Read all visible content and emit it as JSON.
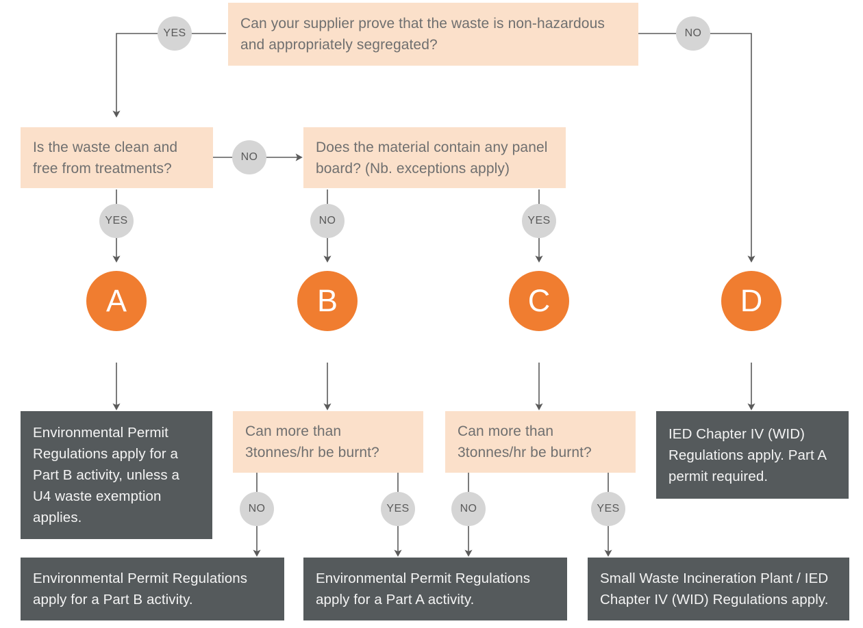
{
  "diagram": {
    "title_question": "Can your supplier prove that the waste is non-hazardous and appropriately segregated?",
    "colors": {
      "question_fill": "#FBE0CA",
      "result_fill": "#555A5C",
      "outcome_circle": "#F07D30",
      "branch_circle": "#D5D5D5",
      "line": "#5A5A5A"
    },
    "questions": [
      {
        "id": "q-root",
        "text": "Can your supplier prove that the waste is non-hazardous and appropriately segregated?"
      },
      {
        "id": "q-clean",
        "text": "Is the waste clean and free from treatments?"
      },
      {
        "id": "q-panel-board",
        "text": "Does the material contain any panel board? (Nb. exceptions apply)"
      },
      {
        "id": "q-burn-b",
        "text": "Can more than 3tonnes/hr be burnt?"
      },
      {
        "id": "q-burn-c",
        "text": "Can more than 3tonnes/hr be burnt?"
      }
    ],
    "branch_labels": {
      "root_yes": "YES",
      "root_no": "NO",
      "clean_no": "NO",
      "clean_yes": "YES",
      "panel_no": "NO",
      "panel_yes": "YES",
      "burn_b_no": "NO",
      "burn_b_yes": "YES",
      "burn_c_no": "NO",
      "burn_c_yes": "YES"
    },
    "outcomes": [
      {
        "id": "outcome-a",
        "letter": "A"
      },
      {
        "id": "outcome-b",
        "letter": "B"
      },
      {
        "id": "outcome-c",
        "letter": "C"
      },
      {
        "id": "outcome-d",
        "letter": "D"
      }
    ],
    "results": [
      {
        "id": "result-a",
        "text": "Environmental Permit Regulations apply for a Part B activity, unless a U4 waste exemption applies."
      },
      {
        "id": "result-d",
        "text": "IED Chapter IV (WID) Regulations apply. Part A permit required."
      },
      {
        "id": "result-b-no",
        "text": "Environmental Permit Regulations apply for a Part B activity."
      },
      {
        "id": "result-b-yes",
        "text": "Environmental Permit Regulations apply for a Part A activity."
      },
      {
        "id": "result-c-yes",
        "text": "Small Waste Incineration Plant / IED Chapter IV (WID) Regulations apply."
      }
    ]
  }
}
